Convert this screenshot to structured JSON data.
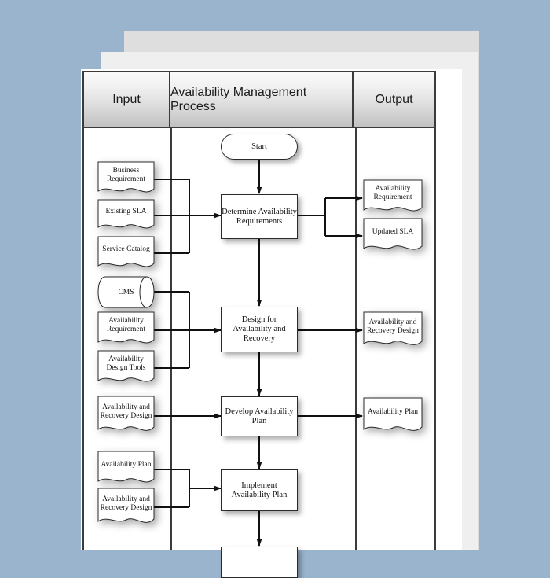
{
  "page": {
    "background_color": "#9ab4cd",
    "sheet_colors": [
      "#dedede",
      "#efefef",
      "#ffffff"
    ],
    "border_color": "#3b3b3b"
  },
  "header": {
    "columns": [
      {
        "label": "Input"
      },
      {
        "label": "Availability Management Process"
      },
      {
        "label": "Output"
      }
    ]
  },
  "diagram": {
    "type": "swimlane-flowchart",
    "title": "Availability Management Process",
    "start_node": {
      "label": "Start",
      "shape": "terminator"
    },
    "process_steps": [
      {
        "id": "p1",
        "label": "Determine Availability Requirements",
        "shape": "process"
      },
      {
        "id": "p2",
        "label": "Design for Availability and Recovery",
        "shape": "process"
      },
      {
        "id": "p3",
        "label": "Develop Availability Plan",
        "shape": "process"
      },
      {
        "id": "p4",
        "label": "Implement Availability Plan",
        "shape": "process"
      },
      {
        "id": "p5",
        "label": "",
        "shape": "process"
      }
    ],
    "inputs": [
      {
        "id": "i1",
        "label": "Business Requirement",
        "shape": "document",
        "target": "p1"
      },
      {
        "id": "i2",
        "label": "Existing SLA",
        "shape": "document",
        "target": "p1"
      },
      {
        "id": "i3",
        "label": "Service Catalog",
        "shape": "document",
        "target": "p1"
      },
      {
        "id": "i4",
        "label": "CMS",
        "shape": "database",
        "target": "p2"
      },
      {
        "id": "i5",
        "label": "Availability Requirement",
        "shape": "document",
        "target": "p2"
      },
      {
        "id": "i6",
        "label": "Availability Design Tools",
        "shape": "document",
        "target": "p2"
      },
      {
        "id": "i7",
        "label": "Availability and Recovery Design",
        "shape": "document",
        "target": "p3"
      },
      {
        "id": "i8",
        "label": "Availability Plan",
        "shape": "document",
        "target": "p4"
      },
      {
        "id": "i9",
        "label": "Availability and Recovery Design",
        "shape": "document",
        "target": "p4"
      }
    ],
    "outputs": [
      {
        "id": "o1",
        "label": "Availability Requirement",
        "shape": "document",
        "source": "p1"
      },
      {
        "id": "o2",
        "label": "Updated SLA",
        "shape": "document",
        "source": "p1"
      },
      {
        "id": "o3",
        "label": "Availability and Recovery Design",
        "shape": "document",
        "source": "p2"
      },
      {
        "id": "o4",
        "label": "Availability Plan",
        "shape": "document",
        "source": "p3"
      }
    ]
  }
}
